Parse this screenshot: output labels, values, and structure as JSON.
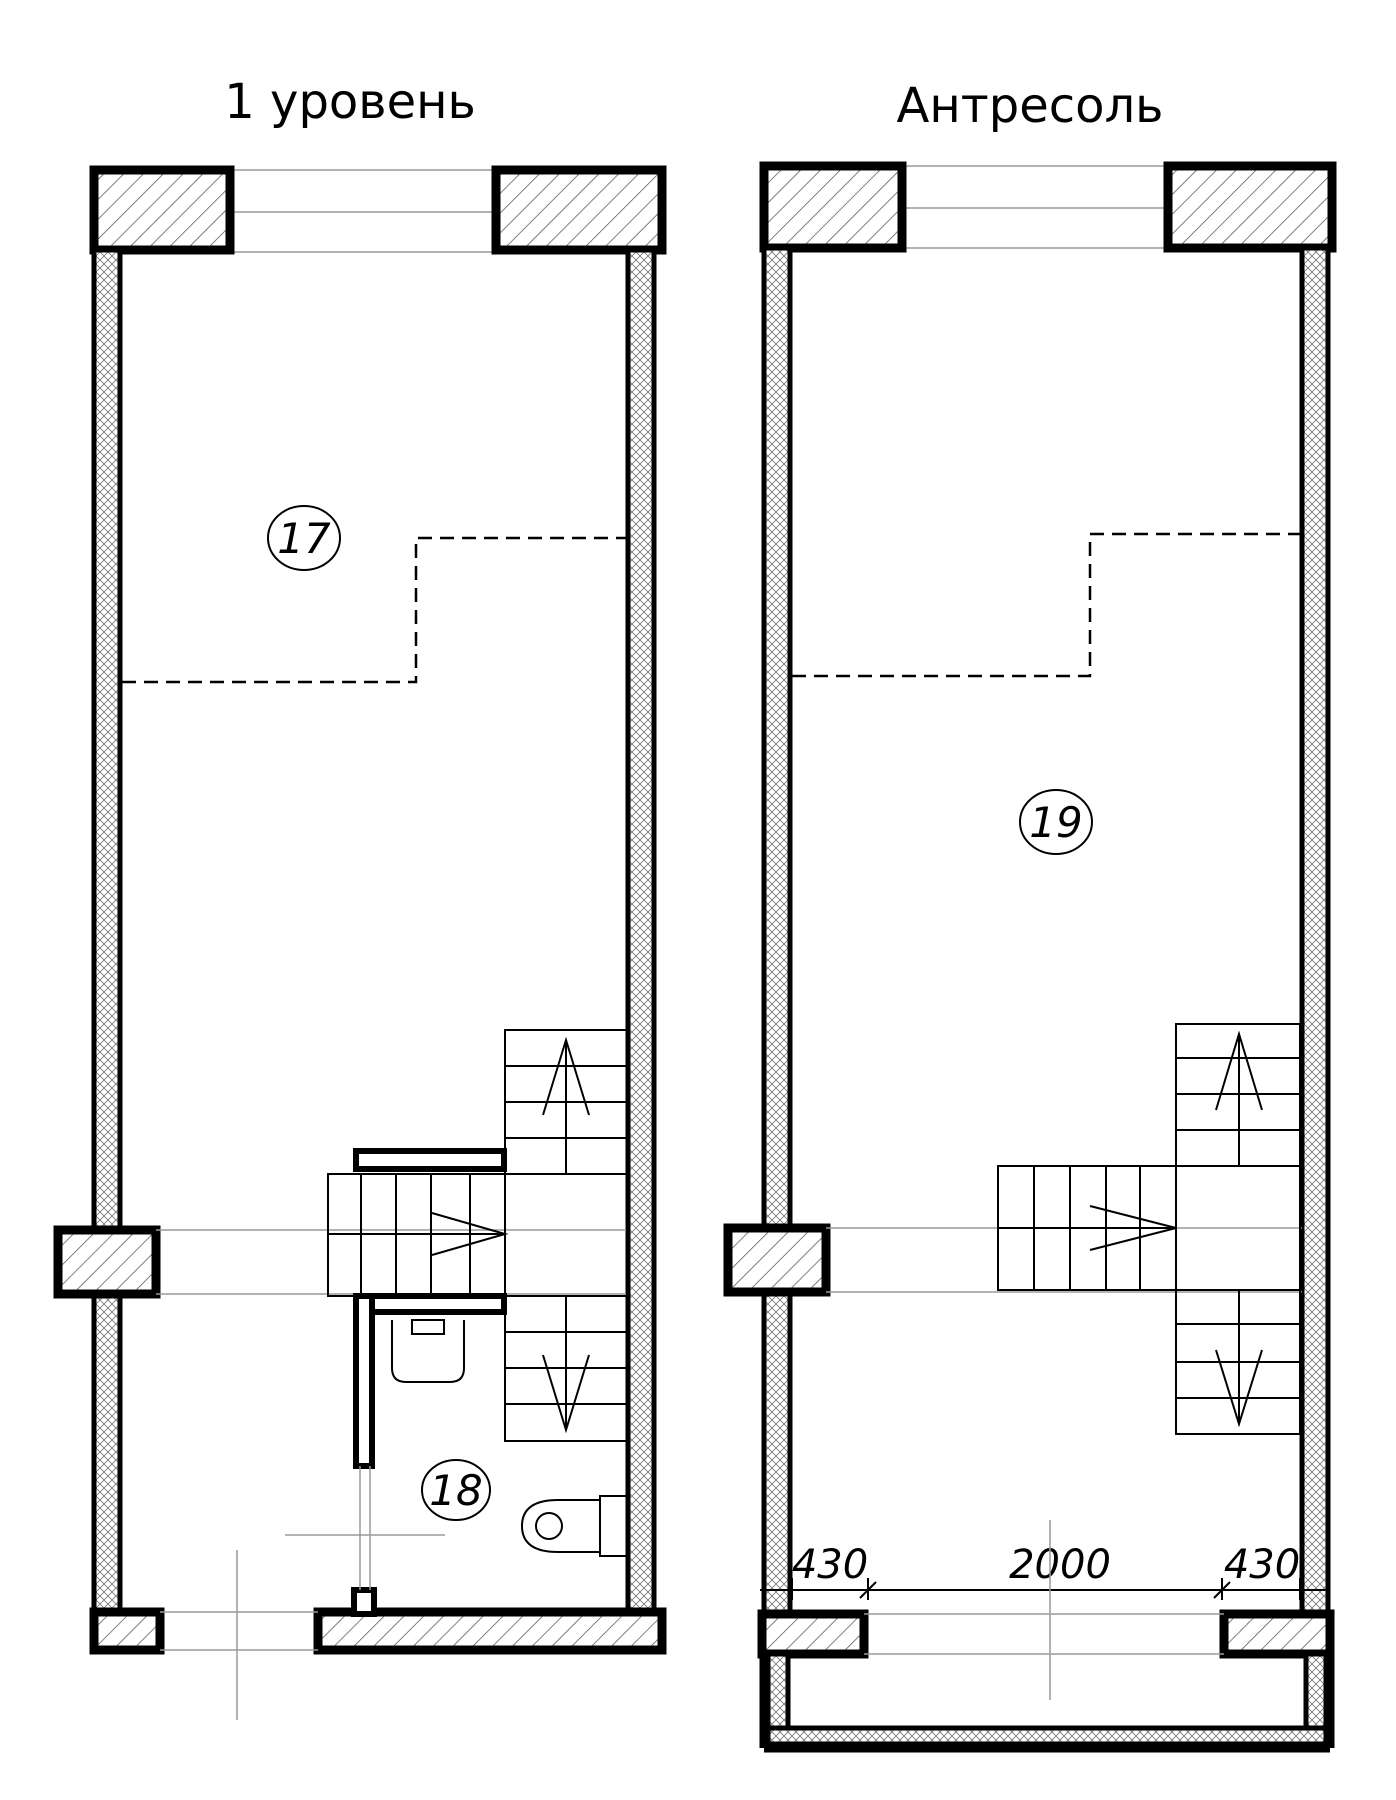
{
  "plans": [
    {
      "title": "1 уровень",
      "rooms": [
        "17",
        "18"
      ]
    },
    {
      "title": "Антресоль",
      "rooms": [
        "19"
      ],
      "dimensions": [
        "430",
        "2000",
        "430"
      ]
    }
  ]
}
